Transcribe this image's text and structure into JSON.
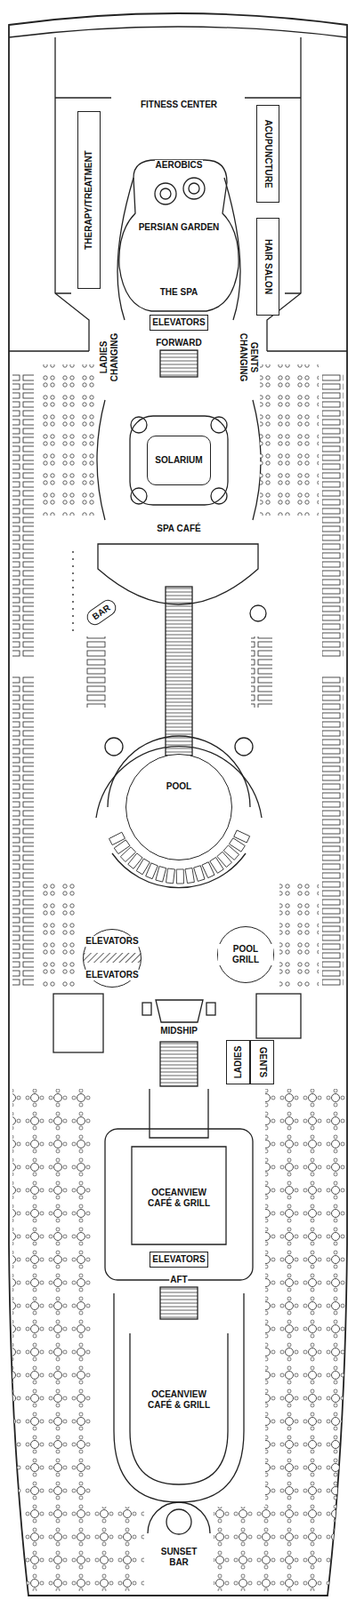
{
  "diagram": {
    "nodes": [
      {
        "text": [
          "FITNESS CENTER",
          "AEROBICS"
        ]
      },
      {
        "text": [
          "THERAPY/TREATMENT"
        ]
      },
      {
        "text": [
          "ACUPUNCTURE"
        ]
      },
      {
        "text": [
          "PERSIAN GARDEN",
          "THE SPA"
        ]
      },
      {
        "text": [
          "HAIR SALON"
        ]
      },
      {
        "text": [
          "ELEVATORS"
        ]
      },
      {
        "text": [
          "LADIES CHANGING"
        ]
      },
      {
        "text": [
          "GENTS CHANGING"
        ]
      },
      {
        "text": [
          "SOLARIUM"
        ]
      },
      {
        "text": [
          "BAR"
        ]
      },
      {
        "text": [
          "POOL"
        ]
      },
      {
        "text": [
          "ELEVATORS",
          "ELEVATORS"
        ]
      },
      {
        "text": [
          "POOL GRILL"
        ]
      },
      {
        "text": [
          "LADIES"
        ]
      },
      {
        "text": [
          "GENTS"
        ]
      },
      {
        "text": [
          "OCEANVIEW CAFÉ & GRILL"
        ]
      },
      {
        "text": [
          "ELEVATORS"
        ]
      },
      {
        "text": [
          "OCEANVIEW CAFÉ & GRILL"
        ]
      }
    ],
    "labels": [
      "FORWARD",
      "SPA CAFÉ",
      "MIDSHIP",
      "AFT",
      "SUNSET BAR"
    ]
  }
}
